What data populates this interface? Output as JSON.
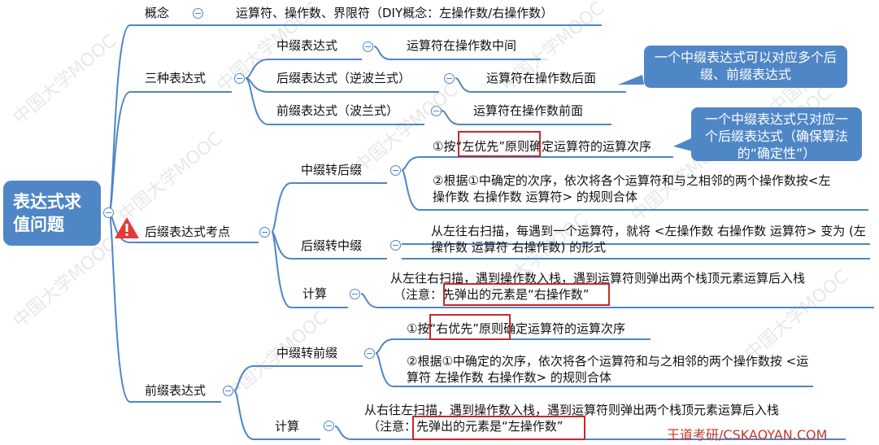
{
  "root": {
    "title": "表达式求值问题"
  },
  "watermark": "中国大学MOOC",
  "brand": "王道考研/CSKAOYAN.COM",
  "accent_color": "#4f86c6",
  "highlight_color": "#c62828",
  "nodes": {
    "concept": {
      "label": "概念",
      "content": "运算符、操作数、界限符（DIY概念：左操作数/右操作数）"
    },
    "three": {
      "label": "三种表达式",
      "infix": {
        "label": "中缀表达式",
        "content": "运算符在操作数中间"
      },
      "postfix": {
        "label": "后缀表达式（逆波兰式）",
        "content": "运算符在操作数后面"
      },
      "prefix": {
        "label": "前缀表达式（波兰式）",
        "content": "运算符在操作数前面"
      }
    },
    "post_focus": {
      "label": "后缀表达式考点",
      "to_post": {
        "label": "中缀转后缀",
        "step1_pre": "①按",
        "step1_hl": "“左优先”原则",
        "step1_post": "确定运算符的运算次序",
        "step2": "②根据①中确定的次序，依次将各个运算符和与之相邻的两个操作数按<左操作数  右操作数  运算符> 的规则合体"
      },
      "to_infix": {
        "label": "后缀转中缀",
        "content": "从左往右扫描，每遇到一个运算符，就将 <左操作数  右操作数  运算符> 变为 (左操作数  运算符  右操作数) 的形式"
      },
      "calc": {
        "label": "计算",
        "line1": "从左往右扫描，遇到操作数入栈，遇到运算符则弹出两个栈顶元素运算后入栈",
        "line2_pre": "（注意：",
        "line2_hl": "先弹出的元素是“右操作数”",
        "line2_post": ""
      }
    },
    "pre_focus": {
      "label": "前缀表达式",
      "to_pre": {
        "label": "中缀转前缀",
        "step1_pre": "①按",
        "step1_hl": "“右优先”原则",
        "step1_post": "确定运算符的运算次序",
        "step2": "②根据①中确定的次序，依次将各个运算符和与之相邻的两个操作数按 <运算符  左操作数  右操作数> 的规则合体"
      },
      "calc": {
        "label": "计算",
        "line1": "从右往左扫描，遇到操作数入栈，遇到运算符则弹出两个栈顶元素运算后入栈",
        "line2_pre": "（注意：",
        "line2_hl": "先弹出的元素是“左操作数”",
        "line2_post": ""
      }
    }
  },
  "callouts": {
    "c1": "一个中缀表达式可以对应多个后缀、前缀表达式",
    "c2": "一个中缀表达式只对应一个后缀表达式（确保算法的“确定性”）"
  }
}
